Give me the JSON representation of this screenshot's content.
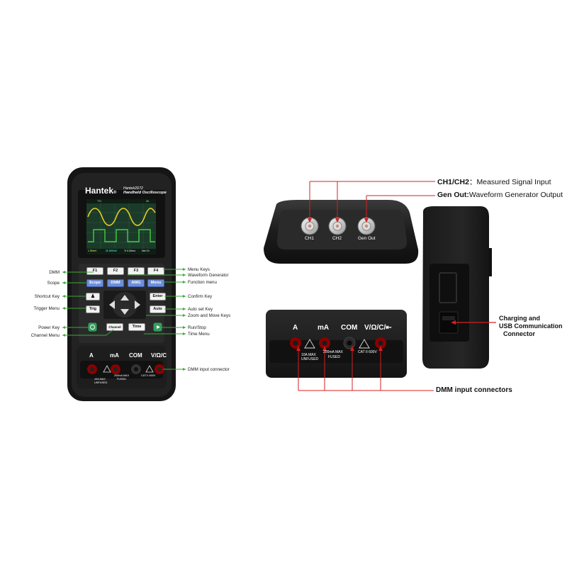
{
  "device": {
    "brand": "Hantek",
    "brand_mark": "®",
    "model": "Hantek2D72",
    "subtitle": "Handheld Oscilloscope",
    "status_bar": {
      "left": "T'D",
      "right": "2k"
    },
    "screen_readouts": [
      "1 50mV",
      "2k 500mV",
      "Tr 0.00ms",
      "Net 10"
    ]
  },
  "keys": {
    "f1": "F1",
    "f2": "F2",
    "f3": "F3",
    "f4": "F4",
    "scope": "Scope",
    "dmm": "DMM",
    "awg": "AWG",
    "menu": "Menu",
    "enter": "Enter",
    "trig": "Trig",
    "auto": "Auto",
    "channel": "Channel",
    "time": "Time"
  },
  "front_dmm_terminals": {
    "a": "A",
    "ma": "mA",
    "com": "COM",
    "v_ohm": "V/Ω/C",
    "rating_a": "10A MAX",
    "fuse_a": "UNFUSED",
    "rating_ma": "200mA MAX",
    "fuse_ma": "FUSED",
    "cat": "CAT II 600V"
  },
  "left_annotations": [
    {
      "id": "dmm",
      "text": "DMM"
    },
    {
      "id": "scope",
      "text": "Scope"
    },
    {
      "id": "shortcut",
      "text": "Shortcut Key"
    },
    {
      "id": "trigger",
      "text": "Trigger Menu"
    },
    {
      "id": "power",
      "text": "Power Key"
    },
    {
      "id": "channel",
      "text": "Channel Menu"
    }
  ],
  "right_annotations": [
    {
      "id": "menu-keys",
      "text": "Menu Keys"
    },
    {
      "id": "waveform-gen",
      "text": "Waveform Generator"
    },
    {
      "id": "function-menu",
      "text": "Function menu"
    },
    {
      "id": "confirm",
      "text": "Confirm Key"
    },
    {
      "id": "auto-set",
      "text": "Auto set Key"
    },
    {
      "id": "zoom-move",
      "text": "Zoom and Move Keys"
    },
    {
      "id": "run-stop",
      "text": "Run/Stop"
    },
    {
      "id": "time-menu",
      "text": "Time Menu"
    },
    {
      "id": "dmm-input",
      "text": "DMM input connector"
    }
  ],
  "top_connector": {
    "ch1": "CH1",
    "ch2": "CH2",
    "gen_out": "Gen Out",
    "callout_ch_bold": "CH1/CH2",
    "callout_ch_sep": "：",
    "callout_ch_text": "Measured Signal Input",
    "callout_gen_bold": "Gen Out:",
    "callout_gen_text": "Waveform Generator Output"
  },
  "bottom_connector": {
    "a": "A",
    "ma": "mA",
    "com": "COM",
    "v_ohm": "V/Ω/C/⇤",
    "rating_a": "10A MAX",
    "fuse_a": "UNFUSED",
    "rating_ma": "200mA MAX",
    "fuse_ma": "FUSED",
    "cat": "CAT II 600V",
    "callout": "DMM input connectors"
  },
  "side_view": {
    "callout_line1": "Charging and",
    "callout_line2": "USB Communication",
    "callout_line3": "Connector"
  },
  "colors": {
    "annotation_green": "#3aaa35",
    "annotation_red": "#d62020",
    "device_body": "#1b1b1b",
    "key_blue": "#6f8fd8",
    "screen_bg": "#1c3a2a",
    "wave_yellow": "#e8d020",
    "wave_green": "#40d040"
  }
}
